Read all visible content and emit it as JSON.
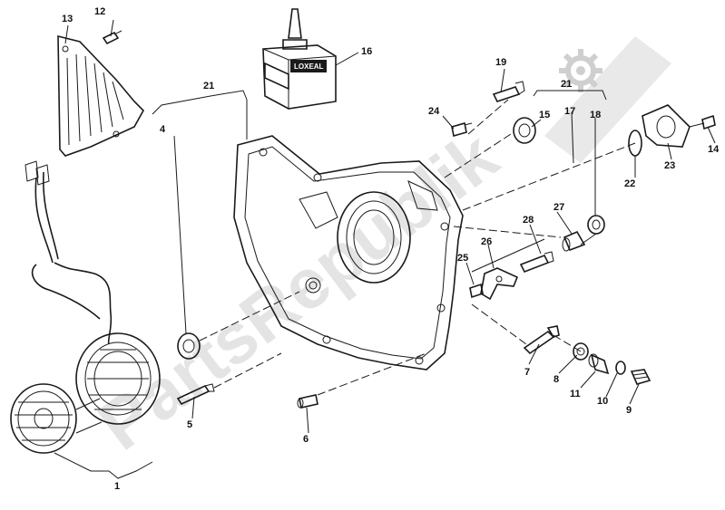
{
  "watermark": {
    "text": "PartsRepublik",
    "color": "#cfcfcf"
  },
  "product_box_text": "LOXEAL",
  "labels": {
    "l1": "1",
    "l4": "4",
    "l5": "5",
    "l6": "6",
    "l7": "7",
    "l8": "8",
    "l9": "9",
    "l10": "10",
    "l11": "11",
    "l12": "12",
    "l13": "13",
    "l14": "14",
    "l15": "15",
    "l16": "16",
    "l17": "17",
    "l18": "18",
    "l19": "19",
    "l21a": "21",
    "l21b": "21",
    "l22": "22",
    "l23": "23",
    "l24": "24",
    "l25": "25",
    "l26": "26",
    "l27": "27",
    "l28": "28"
  },
  "icons": {
    "watermark_logo": "gear-icon"
  }
}
